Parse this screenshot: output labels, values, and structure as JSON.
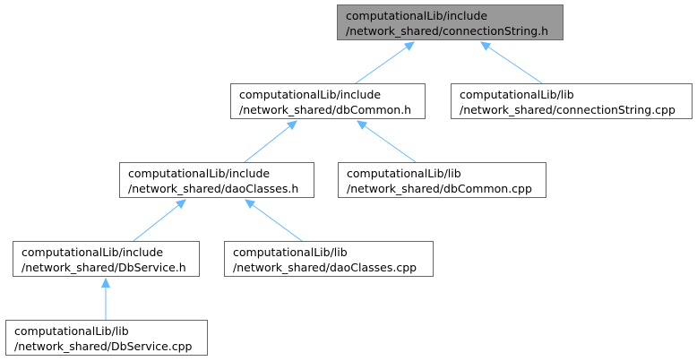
{
  "graph": {
    "colors": {
      "edge": "#63b8ff",
      "root_fill": "#999999",
      "node_fill": "#ffffff",
      "node_border": "#666666"
    },
    "nodes": {
      "connection_string_h": {
        "line1": "computationalLib/include",
        "line2": "/network_shared/connectionString.h"
      },
      "db_common_h": {
        "line1": "computationalLib/include",
        "line2": "/network_shared/dbCommon.h"
      },
      "connection_string_cpp": {
        "line1": "computationalLib/lib",
        "line2": "/network_shared/connectionString.cpp"
      },
      "dao_classes_h": {
        "line1": "computationalLib/include",
        "line2": "/network_shared/daoClasses.h"
      },
      "db_common_cpp": {
        "line1": "computationalLib/lib",
        "line2": "/network_shared/dbCommon.cpp"
      },
      "db_service_h": {
        "line1": "computationalLib/include",
        "line2": "/network_shared/DbService.h"
      },
      "dao_classes_cpp": {
        "line1": "computationalLib/lib",
        "line2": "/network_shared/daoClasses.cpp"
      },
      "db_service_cpp": {
        "line1": "computationalLib/lib",
        "line2": "/network_shared/DbService.cpp"
      }
    }
  }
}
